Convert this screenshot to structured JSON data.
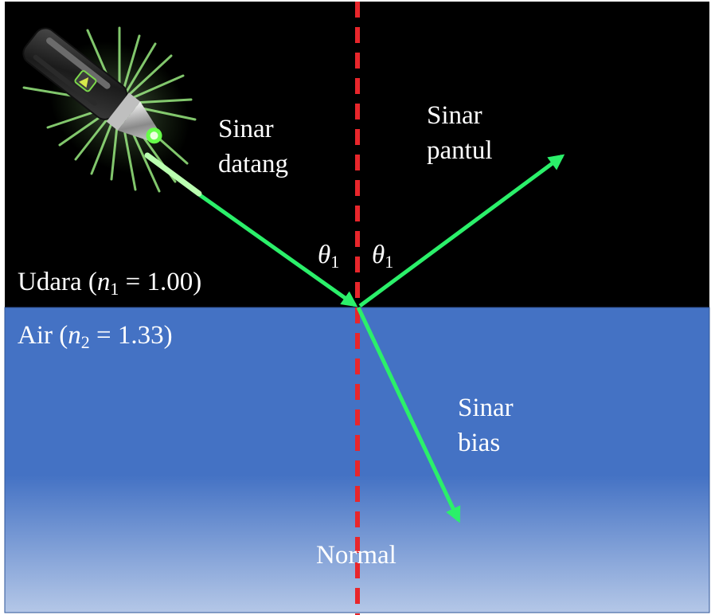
{
  "labels": {
    "incident_line1": "Sinar",
    "incident_line2": "datang",
    "reflected_line1": "Sinar",
    "reflected_line2": "pantul",
    "refracted_line1": "Sinar",
    "refracted_line2": "bias",
    "normal": "Normal",
    "medium1_name": "Udara",
    "medium1_symbol": "n",
    "medium1_sub": "1",
    "medium1_value": "1.00",
    "medium2_name": "Air",
    "medium2_symbol": "n",
    "medium2_sub": "2",
    "medium2_value": "1.33",
    "angle_symbol": "θ",
    "angle_sub": "1",
    "equals": "="
  },
  "colors": {
    "air_medium": "#000000",
    "water_top": "#4472c4",
    "water_bottom": "#b4c7e7",
    "ray": "#2bf06a",
    "normal_line": "#e8262b",
    "text": "#ffffff",
    "normal_text": "#ffffff"
  },
  "icons": {
    "light_source": "laser-pointer-icon"
  }
}
